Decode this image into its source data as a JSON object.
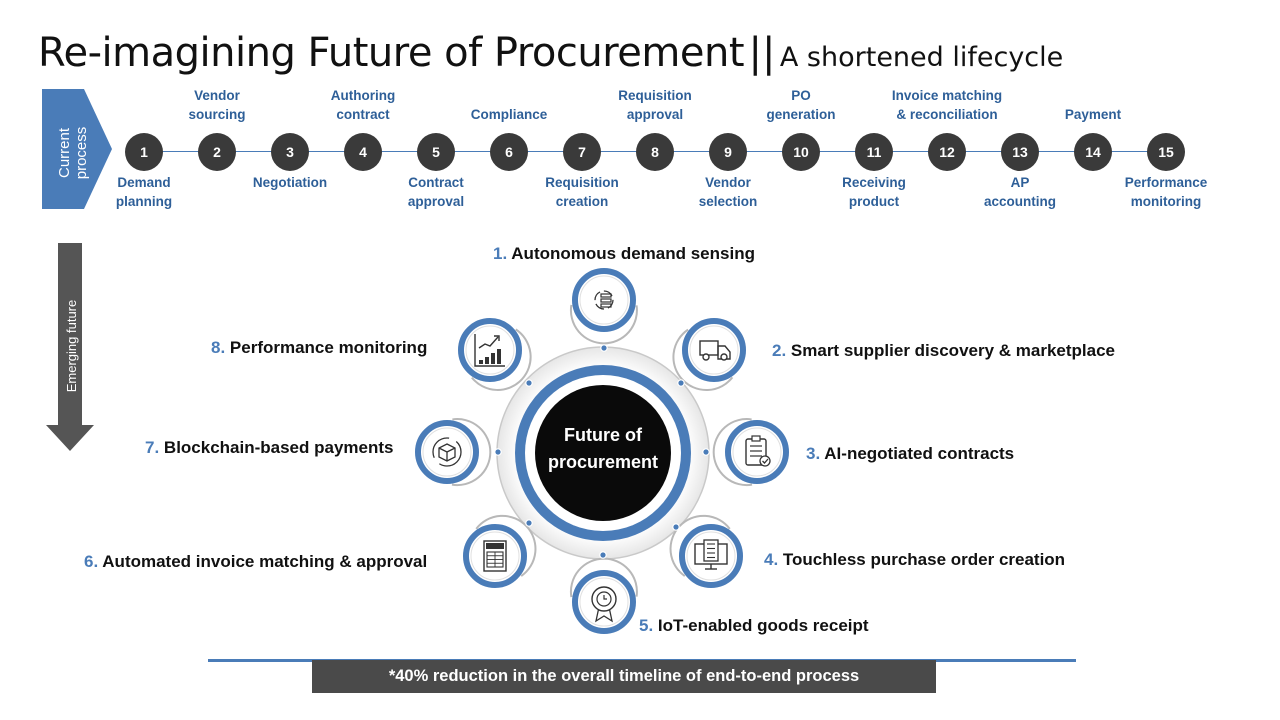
{
  "title": {
    "main": "Re-imagining Future of Procurement",
    "separator": "||",
    "sub": "A shortened lifecycle"
  },
  "current_process": {
    "label": "Current\nprocess",
    "steps": [
      {
        "number": "1",
        "label": "Demand\nplanning"
      },
      {
        "number": "2",
        "label": "Vendor\nsourcing"
      },
      {
        "number": "3",
        "label": "Negotiation"
      },
      {
        "number": "4",
        "label": "Authoring\ncontract"
      },
      {
        "number": "5",
        "label": "Contract\napproval"
      },
      {
        "number": "6",
        "label": "Compliance"
      },
      {
        "number": "7",
        "label": "Requisition\ncreation"
      },
      {
        "number": "8",
        "label": "Requisition\napproval"
      },
      {
        "number": "9",
        "label": "Vendor\nselection"
      },
      {
        "number": "10",
        "label": "PO\ngeneration"
      },
      {
        "number": "11",
        "label": "Receiving\nproduct"
      },
      {
        "number": "12",
        "label": "Invoice matching\n& reconciliation"
      },
      {
        "number": "13",
        "label": "AP\naccounting"
      },
      {
        "number": "14",
        "label": "Payment"
      },
      {
        "number": "15",
        "label": "Performance\nmonitoring"
      }
    ]
  },
  "emerging_future": {
    "label": "Emerging future",
    "center": "Future of procurement",
    "items": [
      {
        "number": "1.",
        "label": "Autonomous demand sensing",
        "icon": "demand-sensing-icon"
      },
      {
        "number": "2.",
        "label": "Smart supplier discovery & marketplace",
        "icon": "delivery-truck-icon"
      },
      {
        "number": "3.",
        "label": "AI-negotiated contracts",
        "icon": "clipboard-check-icon"
      },
      {
        "number": "4.",
        "label": "Touchless purchase order creation",
        "icon": "order-screen-icon"
      },
      {
        "number": "5.",
        "label": "IoT-enabled goods receipt",
        "icon": "badge-ribbon-icon"
      },
      {
        "number": "6.",
        "label": "Automated invoice matching & approval",
        "icon": "invoice-icon"
      },
      {
        "number": "7.",
        "label": "Blockchain-based payments",
        "icon": "blockchain-cube-icon"
      },
      {
        "number": "8.",
        "label": "Performance monitoring",
        "icon": "growth-chart-icon"
      }
    ]
  },
  "footer": {
    "note": "*40% reduction in the overall timeline of end-to-end process"
  },
  "colors": {
    "accent_blue": "#4a7cb8",
    "label_blue": "#2e5f98",
    "dark_circle": "#3a3a3a",
    "arrow_gray": "#555555",
    "footer_bg": "#4a4a4a"
  }
}
